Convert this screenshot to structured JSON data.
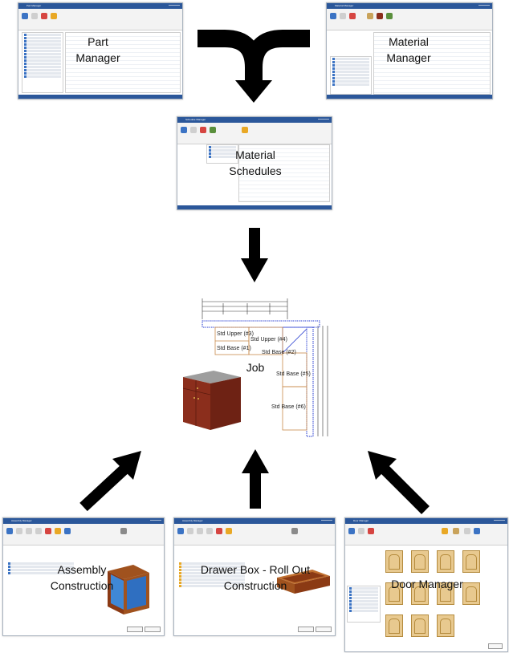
{
  "labels": {
    "part_manager": "Part\nManager",
    "material_manager": "Material\nManager",
    "material_schedules": "Material\nSchedules",
    "job": "Job",
    "assembly_construction": "Assembly\nConstruction",
    "drawer_box": "Drawer Box - Roll Out\nConstruction",
    "door_manager": "Door Manager"
  },
  "plan_labels": {
    "upper3": "Std Upper (#3)",
    "upper4": "Std Upper (#4)",
    "base1": "Std Base (#1)",
    "base2": "Std Base (#2)",
    "base5": "Std Base (#5)",
    "base6": "Std Base (#6)"
  },
  "windows": {
    "part_manager": "Part Manager",
    "material_manager": "Material Manager",
    "schedule_manager": "Schedule Manager",
    "assembly_manager": "Assembly Manager",
    "drawer_manager": "Assembly Manager",
    "door_manager": "Door Manager"
  },
  "colors": {
    "arrow": "#000000",
    "title_bar": "#2b579a",
    "cabinet": "#8b2e1c",
    "plan_blue": "#2a3fd1",
    "box_blue": "#2f6fc1",
    "drawer": "#a0521e"
  }
}
